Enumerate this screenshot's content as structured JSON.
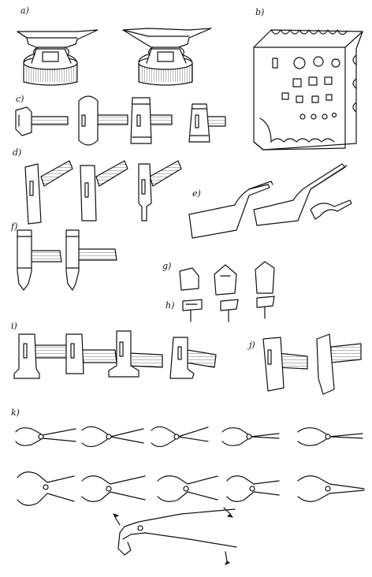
{
  "labels": {
    "a": "a)",
    "b": "b)",
    "c": "c)",
    "d": "d)",
    "e": "e)",
    "f": "f)",
    "g": "g)",
    "h": "h)",
    "i": "i)",
    "j": "j)",
    "k": "k)"
  }
}
